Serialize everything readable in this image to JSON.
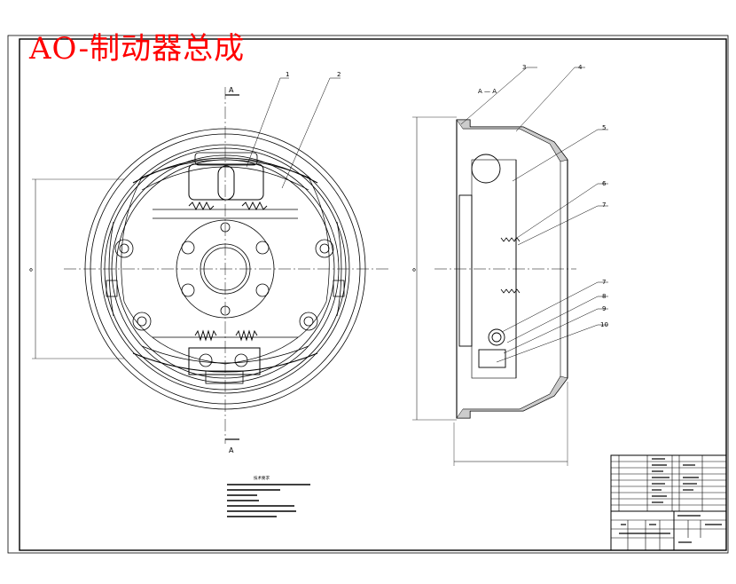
{
  "title": "AO-制动器总成",
  "front_view": {
    "section_mark_top": "A",
    "section_mark_bottom": "A",
    "callouts": [
      "1",
      "2"
    ],
    "dimension_left": "Φ"
  },
  "section_view": {
    "section_title": "A — A",
    "callouts": [
      "3",
      "4",
      "5",
      "6",
      "7",
      "7",
      "8",
      "9",
      "10"
    ],
    "dimension_left": "Φ"
  },
  "notes_heading": "技术要求"
}
